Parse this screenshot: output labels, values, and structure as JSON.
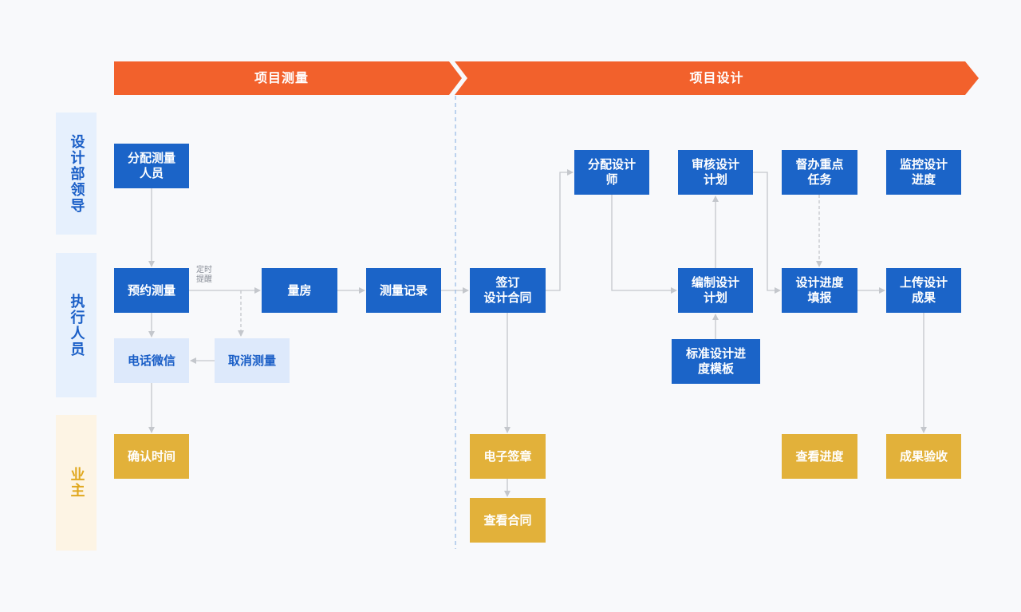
{
  "banners": {
    "survey": "项目测量",
    "design": "项目设计"
  },
  "lanes": {
    "leader": "设计部领导",
    "staff": "执行人员",
    "owner": "业主"
  },
  "nodes": {
    "assign_surveyor": "分配测量\n人员",
    "book_survey": "预约测量",
    "measure_room": "量房",
    "survey_record": "测量记录",
    "phone_wechat": "电话微信",
    "cancel_survey": "取消测量",
    "confirm_time": "确认时间",
    "sign_contract": "签订\n设计合同",
    "e_signature": "电子签章",
    "view_contract": "查看合同",
    "assign_designer": "分配设计\n师",
    "review_plan": "审核设计\n计划",
    "supervise_task": "督办重点\n任务",
    "monitor_progress": "监控设计\n进度",
    "make_plan": "编制设计\n计划",
    "fill_progress": "设计进度\n填报",
    "upload_result": "上传设计\n成果",
    "std_template": "标准设计进\n度模板",
    "view_progress": "查看进度",
    "accept_result": "成果验收"
  },
  "notes": {
    "reminder": "定时\n提醒"
  },
  "colors": {
    "banner": "#f2612c",
    "node_blue": "#1b64c8",
    "node_light": "#dde9fb",
    "node_gold": "#e2b13a",
    "lane_blue": "#e6f0fd",
    "lane_gold": "#fdf4e4",
    "connector": "#c4c7cc",
    "divider": "#9bbce6"
  }
}
